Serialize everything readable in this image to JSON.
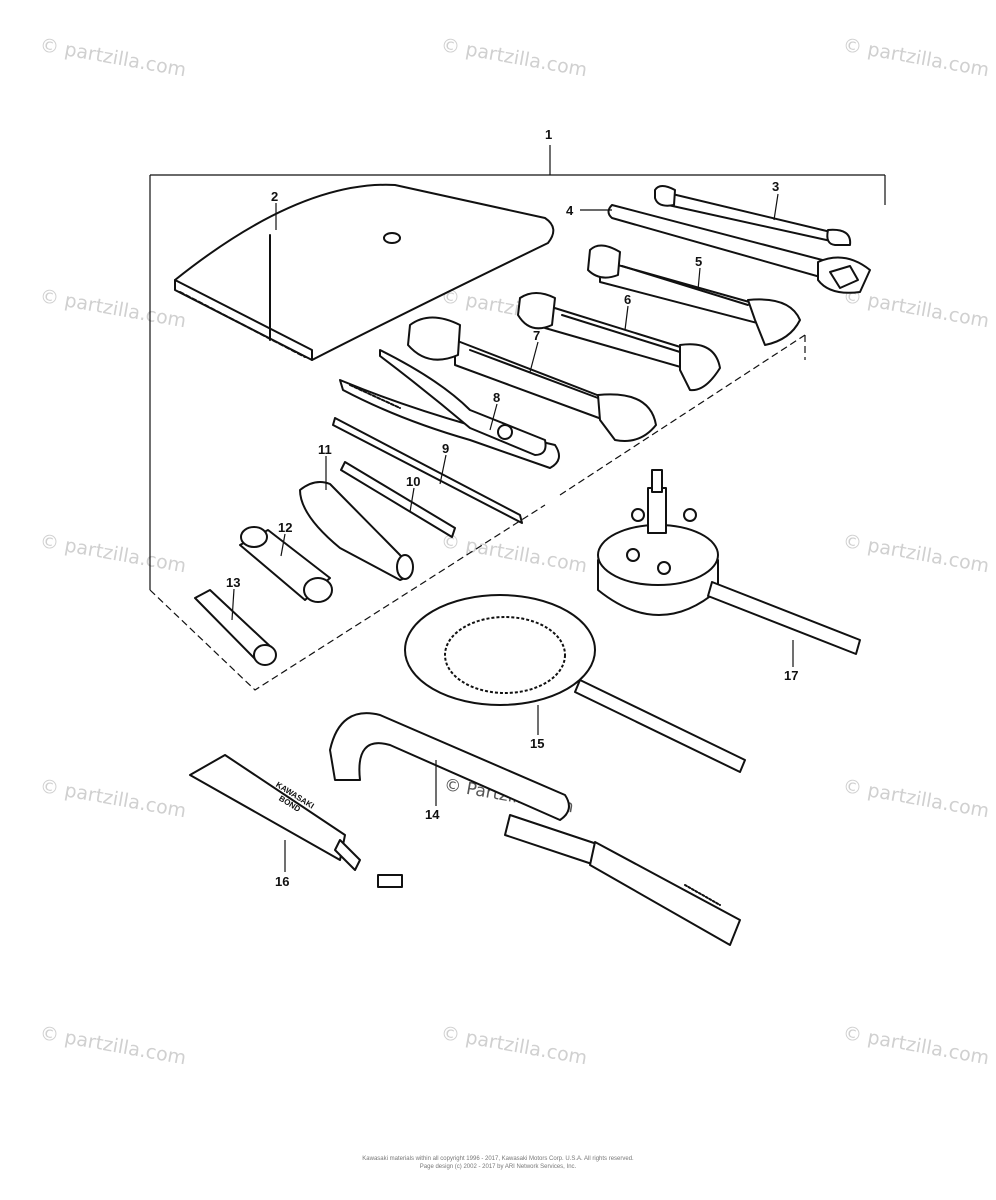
{
  "watermark": "© partzilla.com",
  "center_watermark": "© Partzilla.com",
  "callouts": [
    "1",
    "2",
    "3",
    "4",
    "5",
    "6",
    "7",
    "8",
    "9",
    "10",
    "11",
    "12",
    "13",
    "14",
    "15",
    "16",
    "17"
  ],
  "tube_label": "KAWASAKI BOND",
  "copyright": {
    "line1": "Kawasaki materials within all copyright 1996 - 2017, Kawasaki Motors Corp. U.S.A. All rights reserved.",
    "line2": "Page design (c) 2002 - 2017 by ARI Network Services, Inc."
  }
}
